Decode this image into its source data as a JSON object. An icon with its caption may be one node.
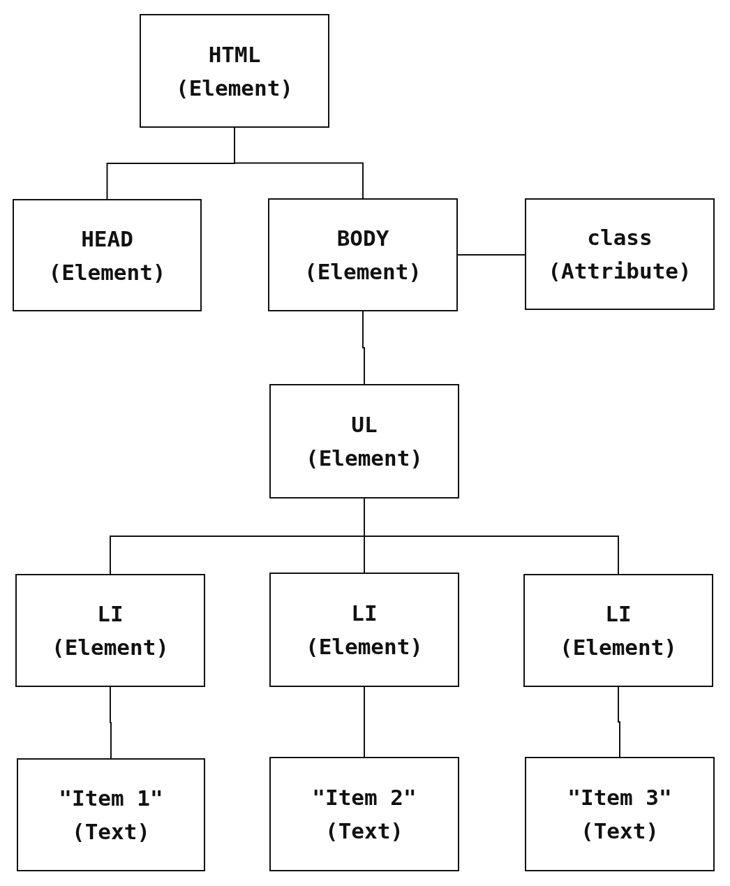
{
  "diagram": {
    "nodes": [
      {
        "text": [
          "HTML",
          "(Element)"
        ]
      },
      {
        "text": [
          "HEAD",
          "(Element)"
        ]
      },
      {
        "text": [
          "BODY",
          "(Element)"
        ]
      },
      {
        "text": [
          "class",
          "(Attribute)"
        ]
      },
      {
        "text": [
          "UL",
          "(Element)"
        ]
      },
      {
        "text": [
          "LI",
          "(Element)"
        ]
      },
      {
        "text": [
          "LI",
          "(Element)"
        ]
      },
      {
        "text": [
          "LI",
          "(Element)"
        ]
      },
      {
        "text": [
          "\"Item 1\"",
          "(Text)"
        ]
      },
      {
        "text": [
          "\"Item 2\"",
          "(Text)"
        ]
      },
      {
        "text": [
          "\"Item 3\"",
          "(Text)"
        ]
      }
    ],
    "edges": [
      {
        "from": 0,
        "to": 1,
        "arrow": "none"
      },
      {
        "from": 0,
        "to": 2,
        "arrow": "none"
      },
      {
        "from": 2,
        "to": 3,
        "arrow": "none"
      },
      {
        "from": 2,
        "to": 4,
        "arrow": "none"
      },
      {
        "from": 4,
        "to": 5,
        "arrow": "none"
      },
      {
        "from": 4,
        "to": 6,
        "arrow": "none"
      },
      {
        "from": 4,
        "to": 7,
        "arrow": "none"
      },
      {
        "from": 5,
        "to": 8,
        "arrow": "none"
      },
      {
        "from": 6,
        "to": 9,
        "arrow": "none"
      },
      {
        "from": 7,
        "to": 10,
        "arrow": "none"
      }
    ]
  }
}
